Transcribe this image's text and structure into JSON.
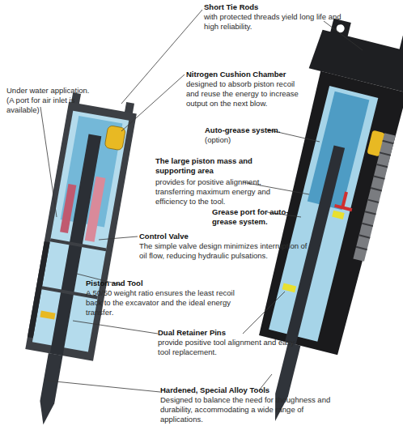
{
  "diagram": {
    "labels": [
      "Short Tie Rods",
      "with protected threads yield long life and high reliability.",
      "Nitrogen Cushion Chamber",
      "designed to absorb piston recoil and reuse the energy to increase output on the next blow.",
      "Under water application.",
      "(A port for air inlet is available)",
      "Auto-grease system.",
      "(option)",
      "The large piston mass and supporting area",
      "provides for positive alignment, transferring maximum energy and efficiency to the tool.",
      "Grease port for auto-grease system.",
      "Control Valve",
      "The simple valve design minimizes interruption of oil flow, reducing hydraulic pulsations.",
      "Piston and Tool",
      "A 50/50 weight ratio ensures the least recoil back to the excavator and the ideal energy transfer.",
      "Dual Retainer Pins",
      "provide positive tool alignment and easy tool replacement.",
      "Hardened, Special Alloy Tools",
      "Designed to balance the need for thoughness and durability, accommodating a wide range of applications."
    ]
  }
}
